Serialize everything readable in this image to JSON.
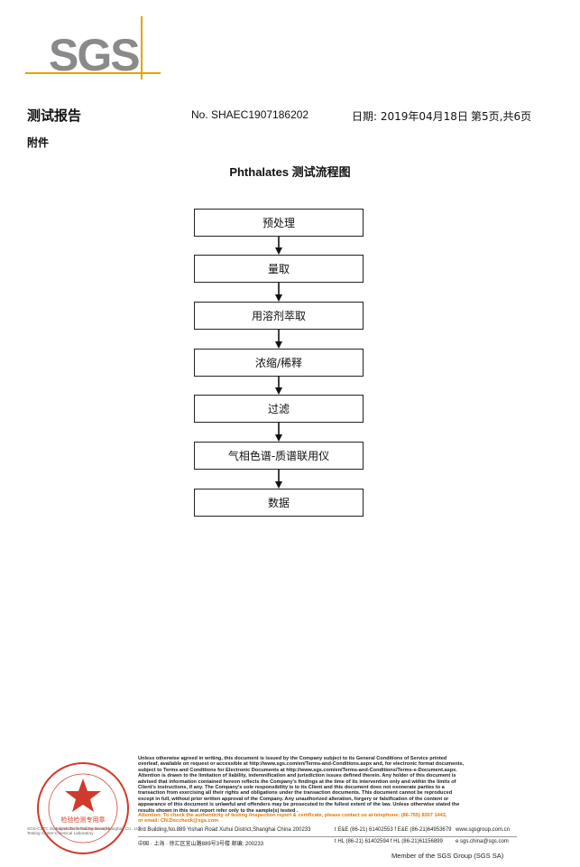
{
  "logo": {
    "text": "SGS",
    "accent": "#e0a400",
    "gray": "#8a8a8a"
  },
  "header": {
    "title": "测试报告",
    "number": "No. SHAEC1907186202",
    "date": "日期: 2019年04月18日",
    "page": "第5页,共6页"
  },
  "annex": "附件",
  "flow_title": "Phthalates 测试流程图",
  "steps": [
    "预处理",
    "量取",
    "用溶剂萃取",
    "浓缩/稀释",
    "过滤",
    "气相色谱-质谱联用仪",
    "数据"
  ],
  "footer": {
    "disclaimer": [
      "Unless otherwise agreed in writing, this document is issued by the Company subject to its General Conditions of Service printed",
      "overleaf, available on request or accessible at http://www.sgs.com/en/Terms-and-Conditions.aspx and, for electronic format documents,",
      "subject to Terms and Conditions for Electronic Documents at http://www.sgs.com/en/Terms-and-Conditions/Terms-e-Document.aspx.",
      "Attention is drawn to the limitation of liability, indemnification and jurisdiction issues defined therein. Any holder of this document is",
      "advised that information contained hereon reflects the Company's findings at the time of its intervention only and within the limits of",
      "Client's instructions, if any. The Company's sole responsibility is to its Client and this document does not exonerate parties to a",
      "transaction from exercising all their rights and obligations under the transaction documents. This document cannot be reproduced",
      "except in full, without prior written approval of the Company. Any unauthorized alteration, forgery or falsification of the content or",
      "appearance of this document is unlawful and offenders may be prosecuted to the fullest extent of the law. Unless otherwise stated the",
      "results shown in this test report refer only to the sample(s) tested ."
    ],
    "attention": [
      "Attention: To check the authenticity of testing /inspection report & certificate, please contact us at telephone: (86-755) 8307 1443,",
      "or email: CN.Doccheck@sgs.com"
    ],
    "addr_en": "3rd Building,No.889 Yishan Road Xuhui District,Shanghai China    200233",
    "tel_en": "t E&E (86-21) 61402553   f E&E (86-21)64953679",
    "web_en": "www.sgsgroup.com.cn",
    "addr_cn": "中国 · 上海 · 徐汇区宜山路889号3号楼    邮编: 200233",
    "tel_cn": "t HL (86-21) 61402594   f HL (86-21)61156899",
    "web_cn": "e  sgs.china@sgs.com",
    "seal_lines": [
      "检验检测专用章",
      "Inspection & Testing Services"
    ],
    "seal_note_1": "SGS-CSTC Standards Technical Services(Shanghai) Co., Ltd.",
    "seal_note_2": "Testing Center-Chemical Laboratory",
    "member": "Member of the SGS Group (SGS SA)",
    "attention_color": "#e07800",
    "seal_color": "#d03a2a"
  }
}
